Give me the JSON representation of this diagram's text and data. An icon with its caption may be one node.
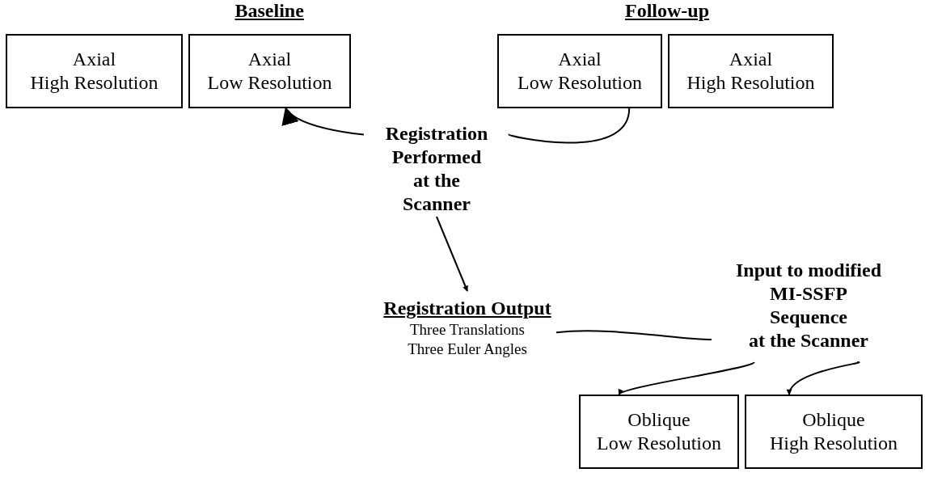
{
  "diagram": {
    "nodes": [
      {
        "text": [
          "Axial High Resolution"
        ]
      },
      {
        "text": [
          "Axial Low Resolution"
        ]
      },
      {
        "text": [
          "Axial Low Resolution"
        ]
      },
      {
        "text": [
          "Axial High Resolution"
        ]
      },
      {
        "text": [
          "Registration Performed at the Scanner"
        ]
      },
      {
        "text": [
          "Registration Output",
          "Three Translations",
          "Three Euler Angles"
        ]
      },
      {
        "text": [
          "Input to modified MI-SSFP Sequence at the Scanner"
        ]
      },
      {
        "text": [
          "Oblique Low Resolution"
        ]
      },
      {
        "text": [
          "Oblique High Resolution"
        ]
      }
    ],
    "edges": [
      {
        "from": 2,
        "to": 4,
        "arrow": "none"
      },
      {
        "from": 4,
        "to": 1,
        "arrow": "to"
      },
      {
        "from": 4,
        "to": 5,
        "arrow": "to"
      },
      {
        "from": 5,
        "to": 6,
        "arrow": "none"
      },
      {
        "from": 6,
        "to": 7,
        "arrow": "to"
      },
      {
        "from": 6,
        "to": 8,
        "arrow": "to"
      }
    ],
    "labels": [
      "Baseline",
      "Follow-up"
    ]
  }
}
